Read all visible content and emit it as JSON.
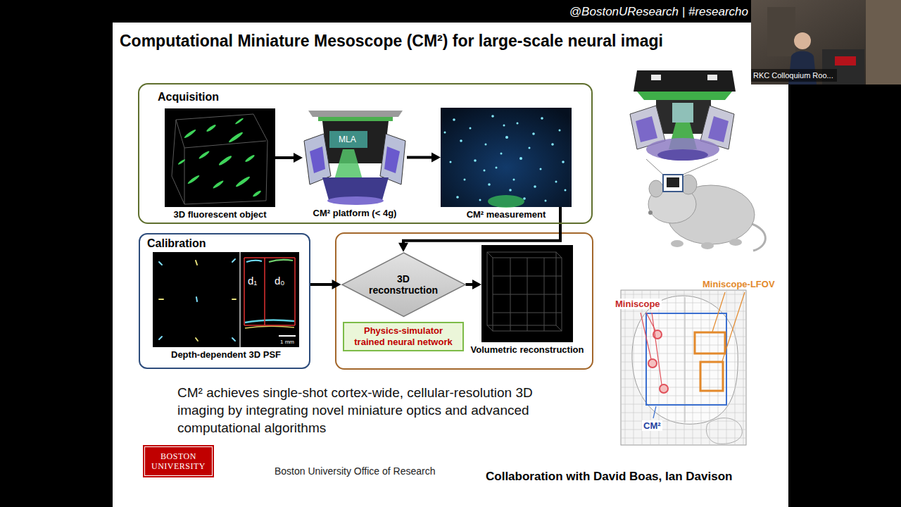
{
  "diagram": {
    "title": "Computational Miniature Mesoscope (CM²) for large-scale neural imagi",
    "caption": "CM² achieves single-shot cortex-wide, cellular-resolution 3D imaging by integrating novel miniature optics and advanced computational algorithms",
    "nodes": [
      {
        "text": [
          "Acquisition"
        ]
      },
      {
        "text": [
          "3D fluorescent object"
        ],
        "in": 0
      },
      {
        "text": [
          "CM² platform (< 4g)"
        ],
        "in": 0
      },
      {
        "text": [
          "CM² measurement"
        ],
        "in": 0
      },
      {
        "text": [
          "Calibration"
        ]
      },
      {
        "text": [
          "Depth-dependent 3D PSF"
        ],
        "in": 4
      },
      {
        "text": [
          "3D reconstruction"
        ]
      },
      {
        "text": [
          "Physics-simulator trained neural network"
        ]
      },
      {
        "text": [
          "Volumetric reconstruction"
        ]
      }
    ],
    "edges": [
      {
        "from": 1,
        "to": 2,
        "arrow": "to"
      },
      {
        "from": 2,
        "to": 3,
        "arrow": "to"
      },
      {
        "from": 3,
        "to": 6,
        "arrow": "to"
      },
      {
        "from": 4,
        "to": 6,
        "arrow": "to"
      },
      {
        "from": 6,
        "to": 8,
        "arrow": "to"
      }
    ],
    "labels": [
      "@BostonUResearch | #researcho",
      "RKC Colloquium Roo...",
      "MLA",
      "d₁",
      "d₀",
      "1 mm",
      "Miniscope-LFOV",
      "Miniscope",
      "CM²",
      "BOSTON UNIVERSITY",
      "Boston University Office of Research",
      "Collaboration with David Boas, Ian Davison"
    ]
  }
}
